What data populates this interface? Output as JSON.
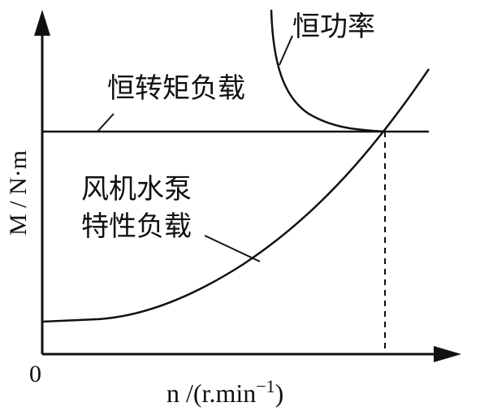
{
  "labels": {
    "constant_power": "恒功率",
    "constant_torque": "恒转矩负载",
    "fan_pump_line1": "风机水泵",
    "fan_pump_line2": "特性负载",
    "origin": "0",
    "y_axis": "M / N·m",
    "x_axis_main": "n /(r.min",
    "x_axis_sup": "−1",
    "x_axis_close": ")"
  },
  "colors": {
    "ink": "#111111",
    "background": "#ffffff"
  }
}
